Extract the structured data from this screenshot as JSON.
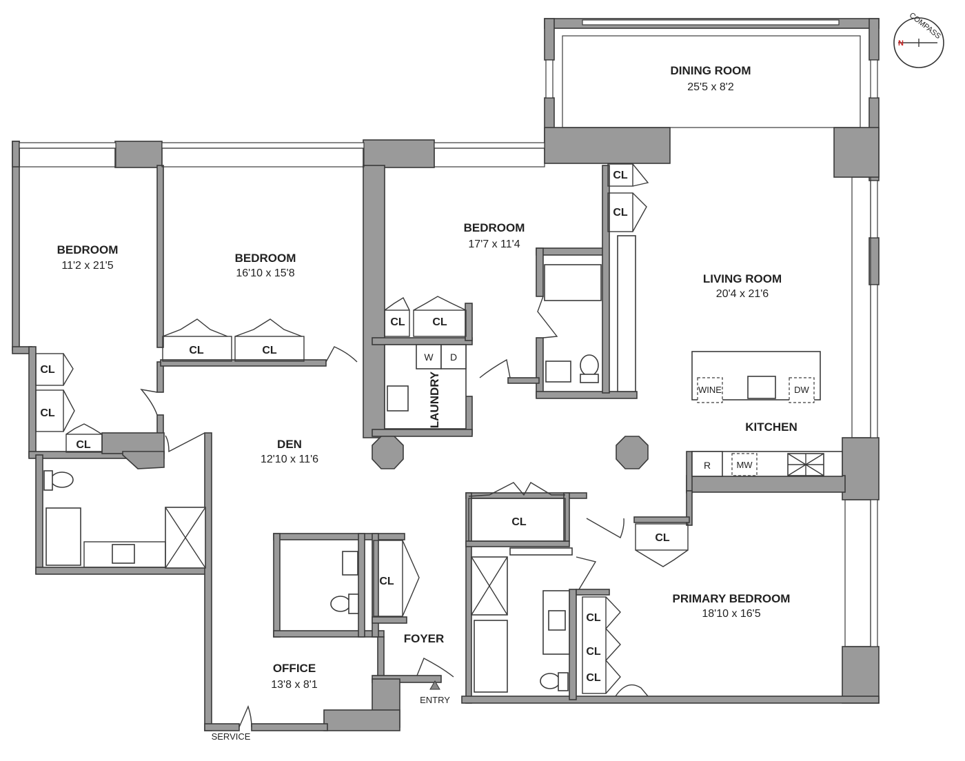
{
  "rooms": {
    "dining": {
      "name": "DINING ROOM",
      "dims": "25'5 x 8'2"
    },
    "bedroom1": {
      "name": "BEDROOM",
      "dims": "11'2 x 21'5"
    },
    "bedroom2": {
      "name": "BEDROOM",
      "dims": "16'10 x 15'8"
    },
    "bedroom3": {
      "name": "BEDROOM",
      "dims": "17'7 x 11'4"
    },
    "living": {
      "name": "LIVING ROOM",
      "dims": "20'4 x 21'6"
    },
    "den": {
      "name": "DEN",
      "dims": "12'10 x 11'6"
    },
    "kitchen": {
      "name": "KITCHEN"
    },
    "office": {
      "name": "OFFICE",
      "dims": "13'8 x 8'1"
    },
    "foyer": {
      "name": "FOYER"
    },
    "primary": {
      "name": "PRIMARY BEDROOM",
      "dims": "18'10 x 16'5"
    },
    "laundry": {
      "name": "LAUNDRY"
    }
  },
  "closet_label": "CL",
  "appliances": {
    "washer": "W",
    "dryer": "D",
    "wine": "WINE",
    "dishwasher": "DW",
    "fridge": "R",
    "microwave": "MW"
  },
  "entries": {
    "entry": "ENTRY",
    "service": "SERVICE"
  },
  "compass": {
    "label": "COMPASS",
    "north": "N"
  }
}
